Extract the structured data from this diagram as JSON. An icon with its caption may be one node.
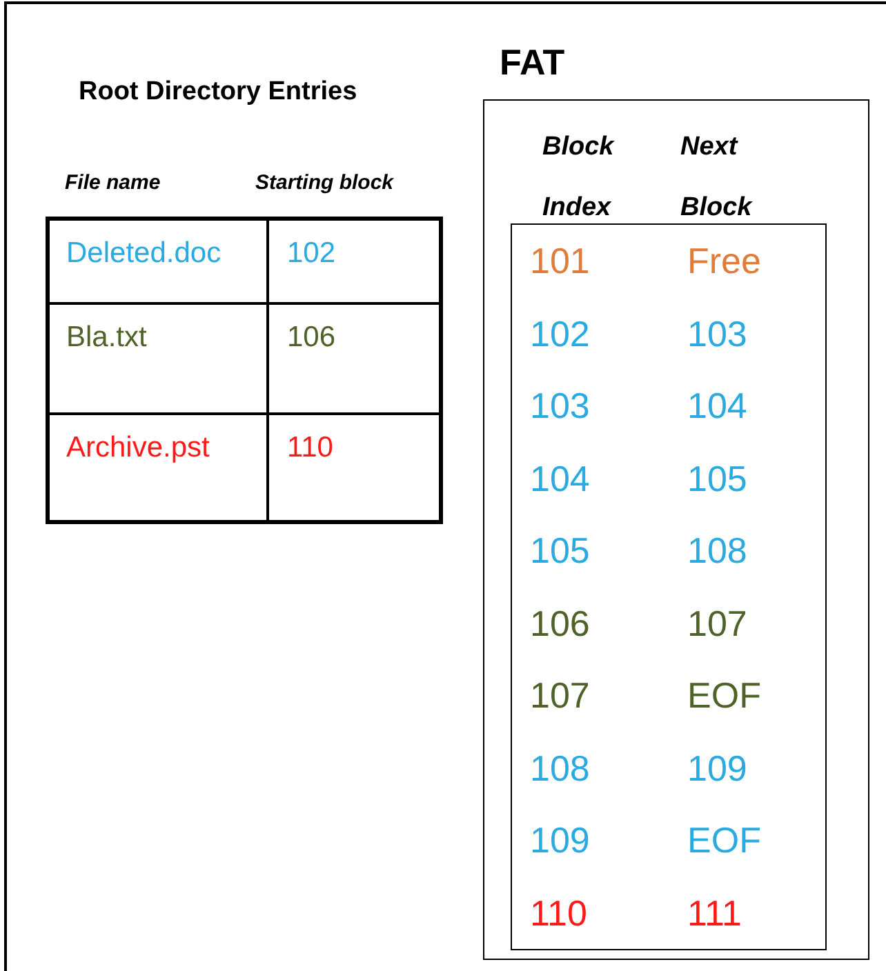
{
  "diagram": {
    "nodes": [
      {
        "text": [
          "Root Directory Entries",
          "File name",
          "Starting block"
        ]
      },
      {
        "text": [
          "Deleted.doc"
        ],
        "in": 0
      },
      {
        "text": [
          "102"
        ],
        "in": 0
      },
      {
        "text": [
          "Bla.txt"
        ],
        "in": 0
      },
      {
        "text": [
          "106"
        ],
        "in": 0
      },
      {
        "text": [
          "Archive.pst"
        ],
        "in": 0
      },
      {
        "text": [
          "110"
        ],
        "in": 0
      },
      {
        "text": [
          "FAT",
          "Block Index",
          "Next Block"
        ]
      },
      {
        "text": [
          "101",
          "Free",
          "102",
          "103",
          "103",
          "104",
          "104",
          "105",
          "105",
          "108",
          "106",
          "107",
          "107",
          "EOF",
          "108",
          "109",
          "109",
          "EOF",
          "110",
          "111"
        ],
        "in": 7
      }
    ]
  }
}
